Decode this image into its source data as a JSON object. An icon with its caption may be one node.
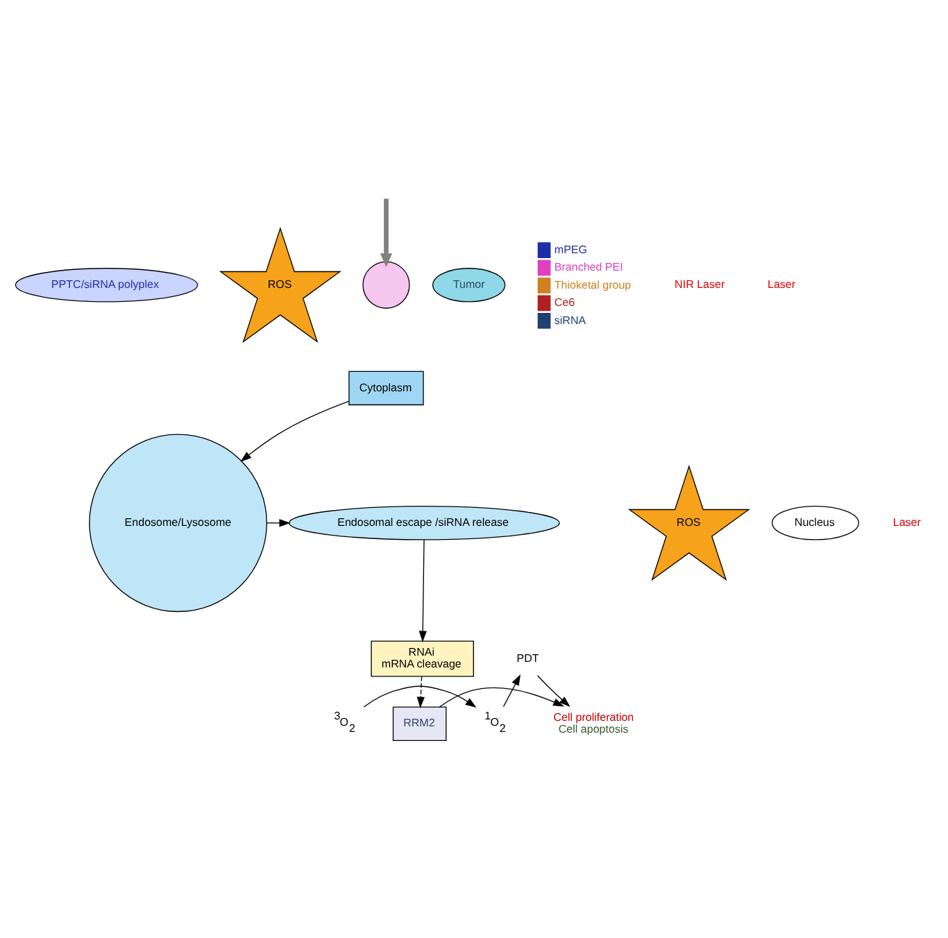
{
  "diagram": {
    "nodes": [
      {
        "text": [
          "PPTC/siRNA polyplex"
        ]
      },
      {
        "text": [
          "ROS"
        ]
      },
      {
        "text": [],
        "shape": "circle"
      },
      {
        "text": [
          "Tumor"
        ]
      },
      {
        "text": [
          "Cytoplasm"
        ]
      },
      {
        "text": [
          "Endosome/Lysosome"
        ]
      },
      {
        "text": [
          "$^{3}$O$_{2}$"
        ]
      },
      {
        "text": [
          "$^{1}$O$_{2}$"
        ]
      },
      {
        "text": [
          "ROS"
        ]
      },
      {
        "text": [
          "Endosomal escape /siRNA release"
        ]
      },
      {
        "text": [
          "PDT"
        ]
      },
      {
        "text": [
          "Cell proliferation",
          "Cell apoptosis"
        ]
      },
      {
        "text": [
          "RRM2"
        ]
      },
      {
        "text": [
          "RNAi",
          "mRNA cleavage"
        ]
      },
      {
        "text": [
          "Nucleus"
        ]
      }
    ],
    "edges": [
      {
        "from": null,
        "to": 2,
        "arrow": "to",
        "style": "thick",
        "color": "#808080"
      },
      {
        "from": 4,
        "to": 5,
        "arrow": "to"
      },
      {
        "from": 6,
        "to": 7,
        "arrow": "to"
      },
      {
        "from": 7,
        "to": 10,
        "arrow": "to"
      },
      {
        "from": 5,
        "to": 9,
        "arrow": "to"
      },
      {
        "from": 10,
        "to": 11,
        "arrow": "to"
      },
      {
        "from": 9,
        "to": 13,
        "arrow": "to"
      },
      {
        "from": 13,
        "to": 12,
        "arrow": "to",
        "style": "dashed"
      },
      {
        "from": 12,
        "to": 11,
        "arrow": "to"
      }
    ],
    "labels": [
      "NIR Laser",
      "Laser",
      "Laser"
    ],
    "legend": [
      {
        "text": "mPEG"
      },
      {
        "text": "Branched PEI"
      },
      {
        "text": "Thioketal group"
      },
      {
        "text": "Ce6"
      },
      {
        "text": "siRNA"
      }
    ]
  }
}
